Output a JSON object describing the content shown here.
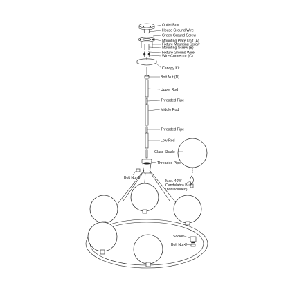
{
  "labels": {
    "outlet_box": "Outlet Box",
    "house_ground_wire": "House Ground Wire",
    "green_ground_screw": "Green Ground Screw",
    "mounting_plate_unit": "Mounting Plate Unit (A)",
    "fixture_mounting_screw": "Fixture Mounting Screw",
    "mounting_screw": "Mounting Screw (B)",
    "fixture_ground_wire": "Fixture Ground Wire",
    "wire_connector": "Wire Connector (C)",
    "canopy_kit": "Canopy Kit",
    "bolt_nut_d": "Bolt Nut (D)",
    "upper_rod": "Upper Rod",
    "threaded_pipe_1": "Threaded Pipe",
    "middle_rod": "Middle Rod",
    "threaded_pipe_2": "Threaded Pipe",
    "low_rod": "Low Rod",
    "glass_shade": "Glass Shade",
    "threaded_pipe_3": "Threaded Pipe",
    "bolt_nut_1": "Bolt Nut-1",
    "bulb_line1": "Max. 40W",
    "bulb_line2": "Candelabra Bulb",
    "bulb_line3": "(not included)",
    "socket": "Socket",
    "bolt_nut_2": "Bolt Nut-2"
  }
}
